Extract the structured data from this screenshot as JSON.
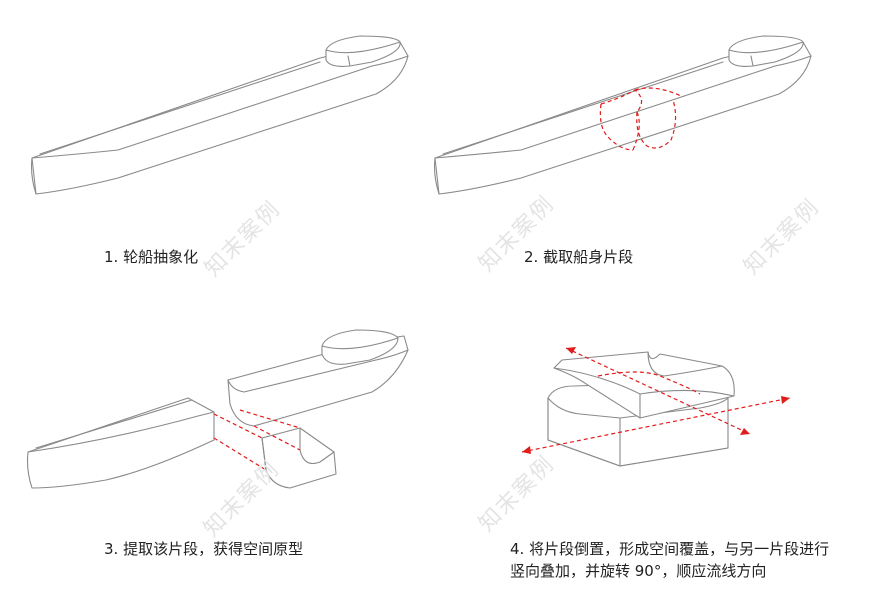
{
  "steps": [
    {
      "caption": "1. 轮船抽象化"
    },
    {
      "caption": "2. 截取船身片段"
    },
    {
      "caption": "3. 提取该片段，获得空间原型"
    },
    {
      "caption_line1": "4. 将片段倒置，形成空间覆盖，与另一片段进行",
      "caption_line2": "竖向叠加，并旋转 90°，顺应流线方向"
    }
  ],
  "watermark": "知末案例",
  "colors": {
    "outline": "#8a8a8a",
    "highlight": "#e21b1b",
    "caption": "#222222"
  }
}
